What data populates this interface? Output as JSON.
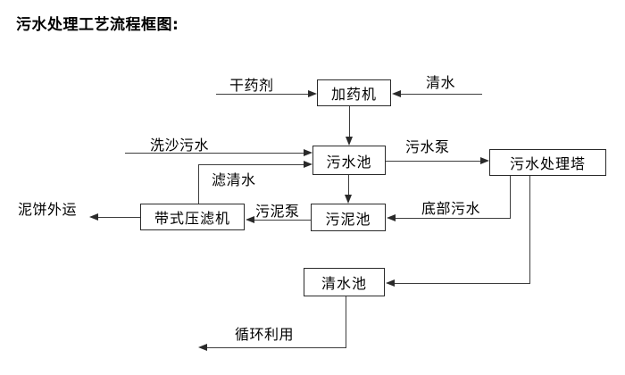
{
  "title": "污水处理工艺流程框图:",
  "nodes": {
    "dosing_machine": "加药机",
    "sewage_pool": "污水池",
    "treatment_tower": "污水处理塔",
    "sludge_pool": "污泥池",
    "belt_filter_press": "带式压滤机",
    "clean_water_pool": "清水池"
  },
  "flow_labels": {
    "dry_agent": "干药剂",
    "clean_water": "清水",
    "sand_washing_sewage": "洗沙污水",
    "sewage_pump": "污水泵",
    "filtered_water": "滤清水",
    "sludge_pump": "污泥泵",
    "bottom_sewage": "底部污水",
    "mud_cake_out": "泥饼外运",
    "recycling": "循环利用"
  },
  "edges": [
    "干药剂 → 加药机",
    "清水 → 加药机",
    "加药机 → 污水池",
    "洗沙污水 → 污水池",
    "带式压滤机 →(滤清水)→ 污水池",
    "污水池 →(污水泵)→ 污水处理塔",
    "污水池 → 污泥池",
    "污水处理塔 →(底部污水)→ 污泥池",
    "污泥池 →(污泥泵)→ 带式压滤机",
    "带式压滤机 → 泥饼外运",
    "污水处理塔 → 清水池",
    "清水池 → 循环利用"
  ],
  "colors": {
    "background": "#ffffff",
    "line": "#3d3d3d",
    "border": "#2a2a2a",
    "text": "#000000"
  }
}
